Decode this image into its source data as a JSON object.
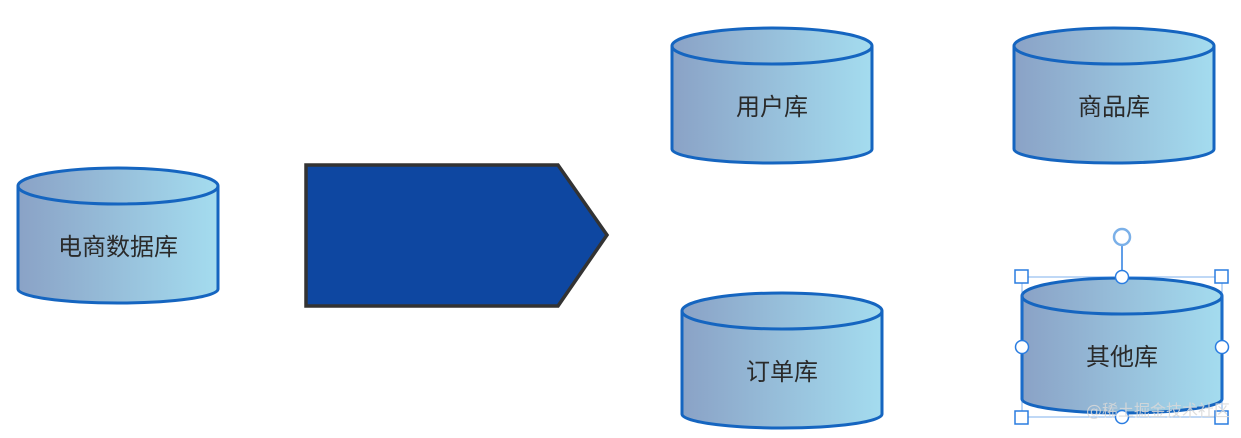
{
  "diagram": {
    "databases": {
      "source": {
        "label": "电商数据库"
      },
      "users": {
        "label": "用户库"
      },
      "products": {
        "label": "商品库"
      },
      "orders": {
        "label": "订单库"
      },
      "others": {
        "label": "其他库"
      }
    },
    "arrow": {
      "fill_color": "#0e47a1",
      "stroke_color": "#333333"
    },
    "cylinder_colors": {
      "gradient_start": "#8aa2c6",
      "gradient_end": "#a4dcef",
      "stroke": "#1565c0"
    },
    "selection_color": "#2a7de1"
  },
  "watermark": {
    "text": "@稀土掘金技术社区"
  }
}
